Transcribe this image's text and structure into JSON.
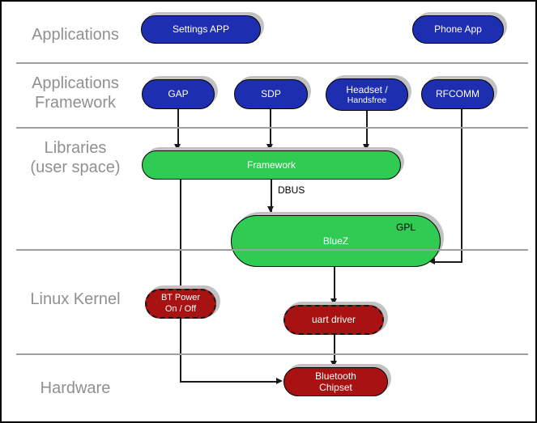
{
  "diagram": {
    "layer_labels": [
      {
        "id": "applications",
        "lines": [
          "Applications"
        ]
      },
      {
        "id": "applications-framework",
        "lines": [
          "Applications",
          "Framework"
        ]
      },
      {
        "id": "libraries-user-space",
        "lines": [
          "Libraries",
          "(user space)"
        ]
      },
      {
        "id": "linux-kernel",
        "lines": [
          "Linux Kernel"
        ]
      },
      {
        "id": "hardware",
        "lines": [
          "Hardware"
        ]
      }
    ],
    "nodes": {
      "settings_app": {
        "label": "Settings APP"
      },
      "phone_app": {
        "label": "Phone App"
      },
      "gap": {
        "label": "GAP"
      },
      "sdp": {
        "label": "SDP"
      },
      "headset": {
        "line1": "Headset /",
        "line2": "Handsfree"
      },
      "rfcomm": {
        "label": "RFCOMM"
      },
      "framework": {
        "label": "Framework"
      },
      "bluez": {
        "label": "BlueZ",
        "badge": "GPL"
      },
      "bt_power": {
        "line1": "BT Power",
        "line2": "On / Off"
      },
      "uart_driver": {
        "label": "uart driver"
      },
      "bt_chipset": {
        "line1": "Bluetooth",
        "line2": "Chipset"
      }
    },
    "edge_labels": {
      "dbus": "DBUS"
    },
    "colors": {
      "app_blue": "#1e2eb0",
      "lib_green": "#2fcb53",
      "kernel_red": "#a81212",
      "label_gray": "#909090",
      "shadow_gray": "#c2c2c2",
      "divider_gray": "#a0a0a0"
    }
  }
}
